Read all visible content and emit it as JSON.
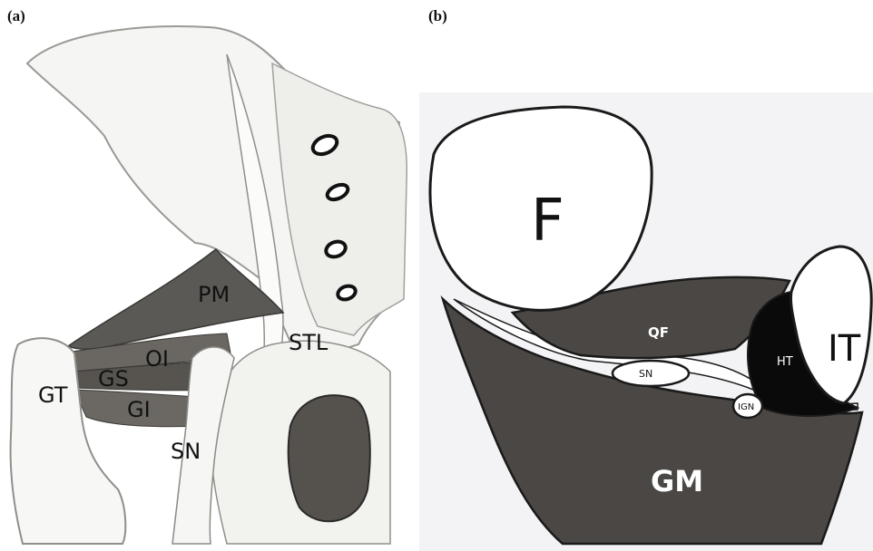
{
  "panels": {
    "a": {
      "label": "(a)",
      "structures": {
        "PM": "PM",
        "STL": "STL",
        "OI": "OI",
        "GS": "GS",
        "GT": "GT",
        "GI": "GI",
        "SN": "SN"
      }
    },
    "b": {
      "label": "(b)",
      "structures": {
        "F": "F",
        "QF": "QF",
        "HT": "HT",
        "IT": "IT",
        "SN": "SN",
        "IGN": "IGN",
        "GM": "GM"
      }
    }
  },
  "colors": {
    "muscle_dark": "#4a4744",
    "muscle_gray": "#5b5955",
    "bone": "#f7f7f5",
    "outline": "#1a1a1a",
    "background_b": "#f3f3f5",
    "tendon_black": "#0a0a0a"
  }
}
